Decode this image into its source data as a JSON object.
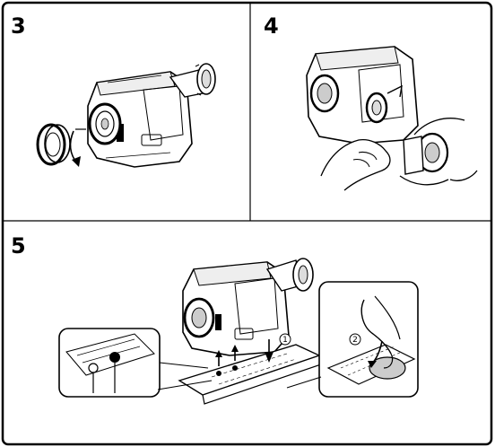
{
  "panels": [
    {
      "id": "p3",
      "step": "3"
    },
    {
      "id": "p4",
      "step": "4"
    },
    {
      "id": "p5",
      "step": "5",
      "markers": [
        "1",
        "2"
      ]
    }
  ]
}
